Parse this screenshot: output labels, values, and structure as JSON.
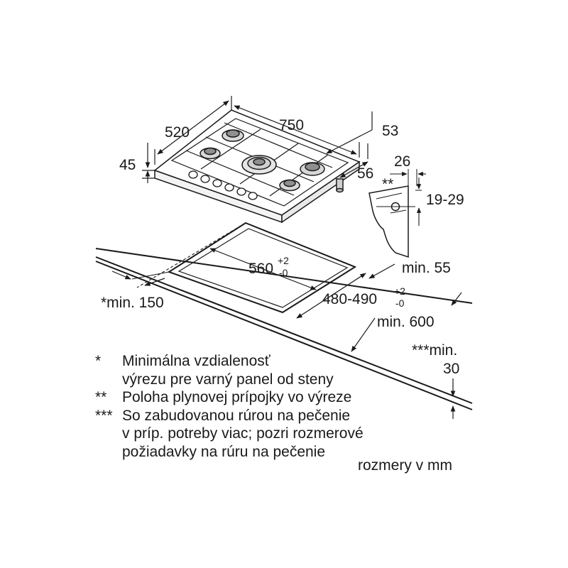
{
  "dimensions": {
    "cooktop_depth": "520",
    "cooktop_width": "750",
    "cooktop_height": "45",
    "gas_offset_top": "53",
    "gas_offset_side": "56",
    "wall_thickness": "26",
    "gas_marker": "**",
    "wall_range": "19-29",
    "cutout_width": "560",
    "cutout_width_tol_plus": "+2",
    "cutout_width_tol_minus": "-0",
    "cutout_depth": "480-490",
    "cutout_depth_tol_plus": "+2",
    "cutout_depth_tol_minus": "-0",
    "min_front": "min. 55",
    "min_wall": "*min. 150",
    "min_worktop": "min. 600",
    "min_oven_label": "***min.",
    "min_oven_value": "30"
  },
  "notes": [
    {
      "mark": "*",
      "lines": [
        "Minimálna vzdialenosť",
        "výrezu pre varný panel od steny"
      ]
    },
    {
      "mark": "**",
      "lines": [
        "Poloha plynovej prípojky vo výreze"
      ]
    },
    {
      "mark": "***",
      "lines": [
        "So zabudovanou rúrou na pečenie",
        "v príp. potreby viac; pozri rozmerové",
        "požiadavky na rúru na pečenie"
      ]
    }
  ],
  "units_label": "rozmery v mm"
}
